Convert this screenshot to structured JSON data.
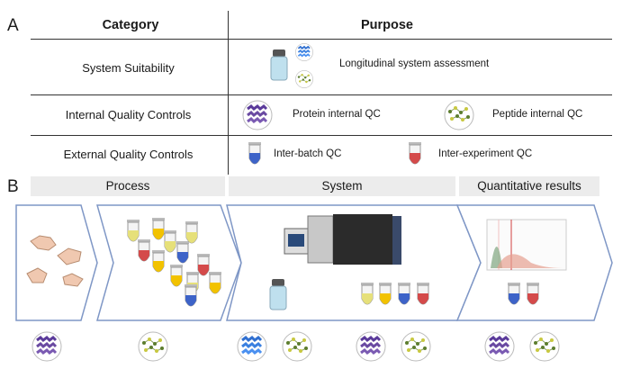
{
  "panel_a": {
    "letter": "A",
    "headers": {
      "category": "Category",
      "purpose": "Purpose"
    },
    "rows": [
      {
        "category": "System Suitability",
        "purpose_main": "Longitudinal system assessment"
      },
      {
        "category": "Internal Quality Controls",
        "purpose_left": "Protein internal QC",
        "purpose_right": "Peptide internal QC"
      },
      {
        "category": "External Quality Controls",
        "purpose_left": "Inter-batch QC",
        "purpose_right": "Inter-experiment QC"
      }
    ]
  },
  "panel_b": {
    "letter": "B",
    "stages": [
      "Process",
      "System",
      "Quantitative results"
    ]
  },
  "colors": {
    "arrow_border": "#7f97c6",
    "protein_purple": "#6a4aa2",
    "peptide_green": "#6c8c3a",
    "tube_blue": "#3d63c8",
    "tube_red": "#d44a4a",
    "tube_yellow": "#f2c200",
    "tube_paleyellow": "#e6e07a"
  }
}
